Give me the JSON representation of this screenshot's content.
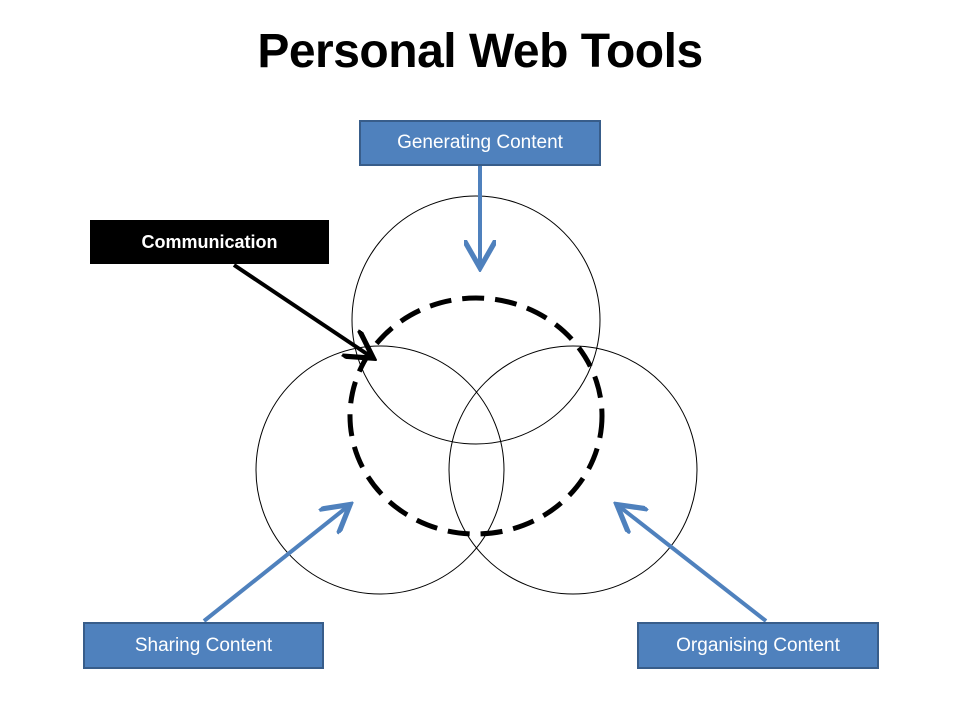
{
  "title": "Personal Web Tools",
  "colors": {
    "box_fill": "#4f81bd",
    "box_border": "#385d8a",
    "arrow": "#4f81bd",
    "communication_fill": "#000000",
    "circle_stroke": "#000000"
  },
  "labels": {
    "generating": "Generating Content",
    "sharing": "Sharing Content",
    "organising": "Organising Content",
    "communication": "Communication"
  },
  "icons": {
    "arrows": "arrow-icon",
    "dashed_circle": "dashed-circle"
  }
}
